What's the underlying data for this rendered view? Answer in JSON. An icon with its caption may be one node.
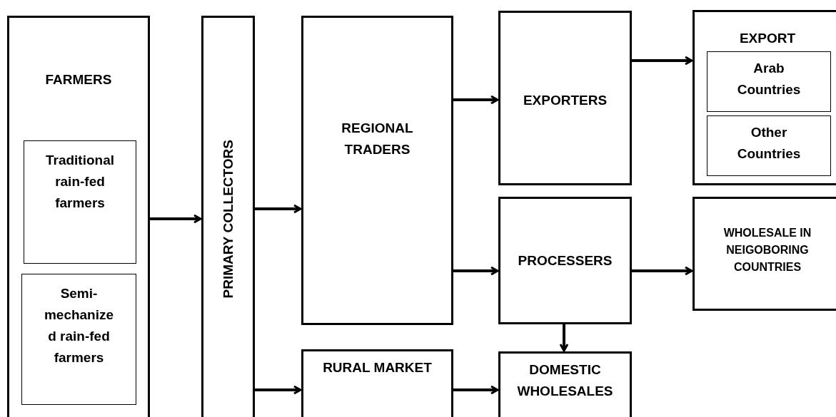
{
  "diagram": {
    "nodes": [
      {
        "text": [
          "FARMERS"
        ]
      },
      {
        "text": [
          "Traditional rain-fed farmers"
        ],
        "in": 0
      },
      {
        "text": [
          "Semi-mechanize d rain-fed farmers"
        ],
        "in": 0
      },
      {
        "text": [
          "PRIMARY COLLECTORS"
        ]
      },
      {
        "text": [
          "REGIONAL TRADERS"
        ]
      },
      {
        "text": [
          "EXPORTERS"
        ]
      },
      {
        "text": [
          "EXPORT"
        ]
      },
      {
        "text": [
          "Arab Countries"
        ],
        "in": 6
      },
      {
        "text": [
          "Other Countries"
        ],
        "in": 6
      },
      {
        "text": [
          "PROCESSERS"
        ]
      },
      {
        "text": [
          "WHOLESALE IN NEIGOBORING COUNTRIES"
        ]
      },
      {
        "text": [
          "RURAL MARKET"
        ]
      },
      {
        "text": [
          "DOMESTIC WHOLESALES"
        ]
      }
    ],
    "edges": [
      {
        "from": 0,
        "to": 3,
        "arrow": "to"
      },
      {
        "from": 3,
        "to": 4,
        "arrow": "to"
      },
      {
        "from": 3,
        "to": 11,
        "arrow": "to"
      },
      {
        "from": 4,
        "to": 5,
        "arrow": "to"
      },
      {
        "from": 4,
        "to": 9,
        "arrow": "to"
      },
      {
        "from": 5,
        "to": 6,
        "arrow": "to"
      },
      {
        "from": 9,
        "to": 10,
        "arrow": "to"
      },
      {
        "from": 9,
        "to": 12,
        "arrow": "to"
      },
      {
        "from": 11,
        "to": 12,
        "arrow": "to"
      }
    ]
  }
}
